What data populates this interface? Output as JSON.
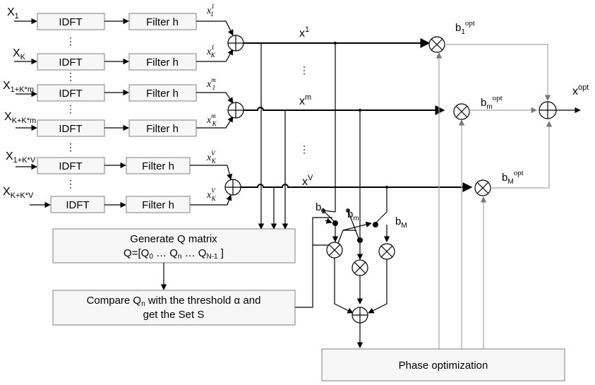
{
  "blocks": {
    "idft": "IDFT",
    "filter": "Filter h",
    "generate_q_line1": "Generate Q matrix",
    "generate_q_line2_pre": "Q=[Q",
    "generate_q_line2_sub0": "0",
    "generate_q_line2_mid1": " … Q",
    "generate_q_line2_subn": "n",
    "generate_q_line2_mid2": " … Q",
    "generate_q_line2_subN": "N-1",
    "generate_q_line2_post": " ]",
    "compare_line1_pre": "Compare Q",
    "compare_line1_sub": "n",
    "compare_line1_post": " with the threshold α and",
    "compare_line2": "get the Set S",
    "phase": "Phase optimization"
  },
  "inputs": [
    {
      "base": "X",
      "sub": "1"
    },
    {
      "base": "X",
      "sub": "K"
    },
    {
      "base": "X",
      "sub": "1+K*m"
    },
    {
      "base": "X",
      "sub": "K+K*m"
    },
    {
      "base": "X",
      "sub": "1+K*V"
    },
    {
      "base": "X",
      "sub": "K+K*V"
    }
  ],
  "filter_outputs": [
    {
      "base": "x",
      "sub": "1",
      "sup": "1"
    },
    {
      "base": "x",
      "sub": "K",
      "sup": "1"
    },
    {
      "base": "x",
      "sub": "1",
      "sup": "m"
    },
    {
      "base": "x",
      "sub": "K",
      "sup": "m"
    },
    {
      "base": "x",
      "sub": "K",
      "sup": "V"
    },
    {
      "base": "x",
      "sub": "K",
      "sup": "V"
    }
  ],
  "signals": {
    "x1": {
      "base": "x",
      "sup": "1"
    },
    "xm": {
      "base": "x",
      "sup": "m"
    },
    "xV": {
      "base": "x",
      "sup": "V"
    },
    "xopt": {
      "base": "x",
      "sup": "opt"
    }
  },
  "coefficients": {
    "b1opt": {
      "base": "b",
      "sub": "1",
      "sup": "opt"
    },
    "bmopt": {
      "base": "b",
      "sub": "m",
      "sup": "opt"
    },
    "bMopt": {
      "base": "b",
      "sub": "M",
      "sup": "opt"
    },
    "b1": {
      "base": "b",
      "sub": "1"
    },
    "bm": {
      "base": "b",
      "sub": "m"
    },
    "bM": {
      "base": "b",
      "sub": "M"
    }
  },
  "ellipsis_v": "⋮"
}
